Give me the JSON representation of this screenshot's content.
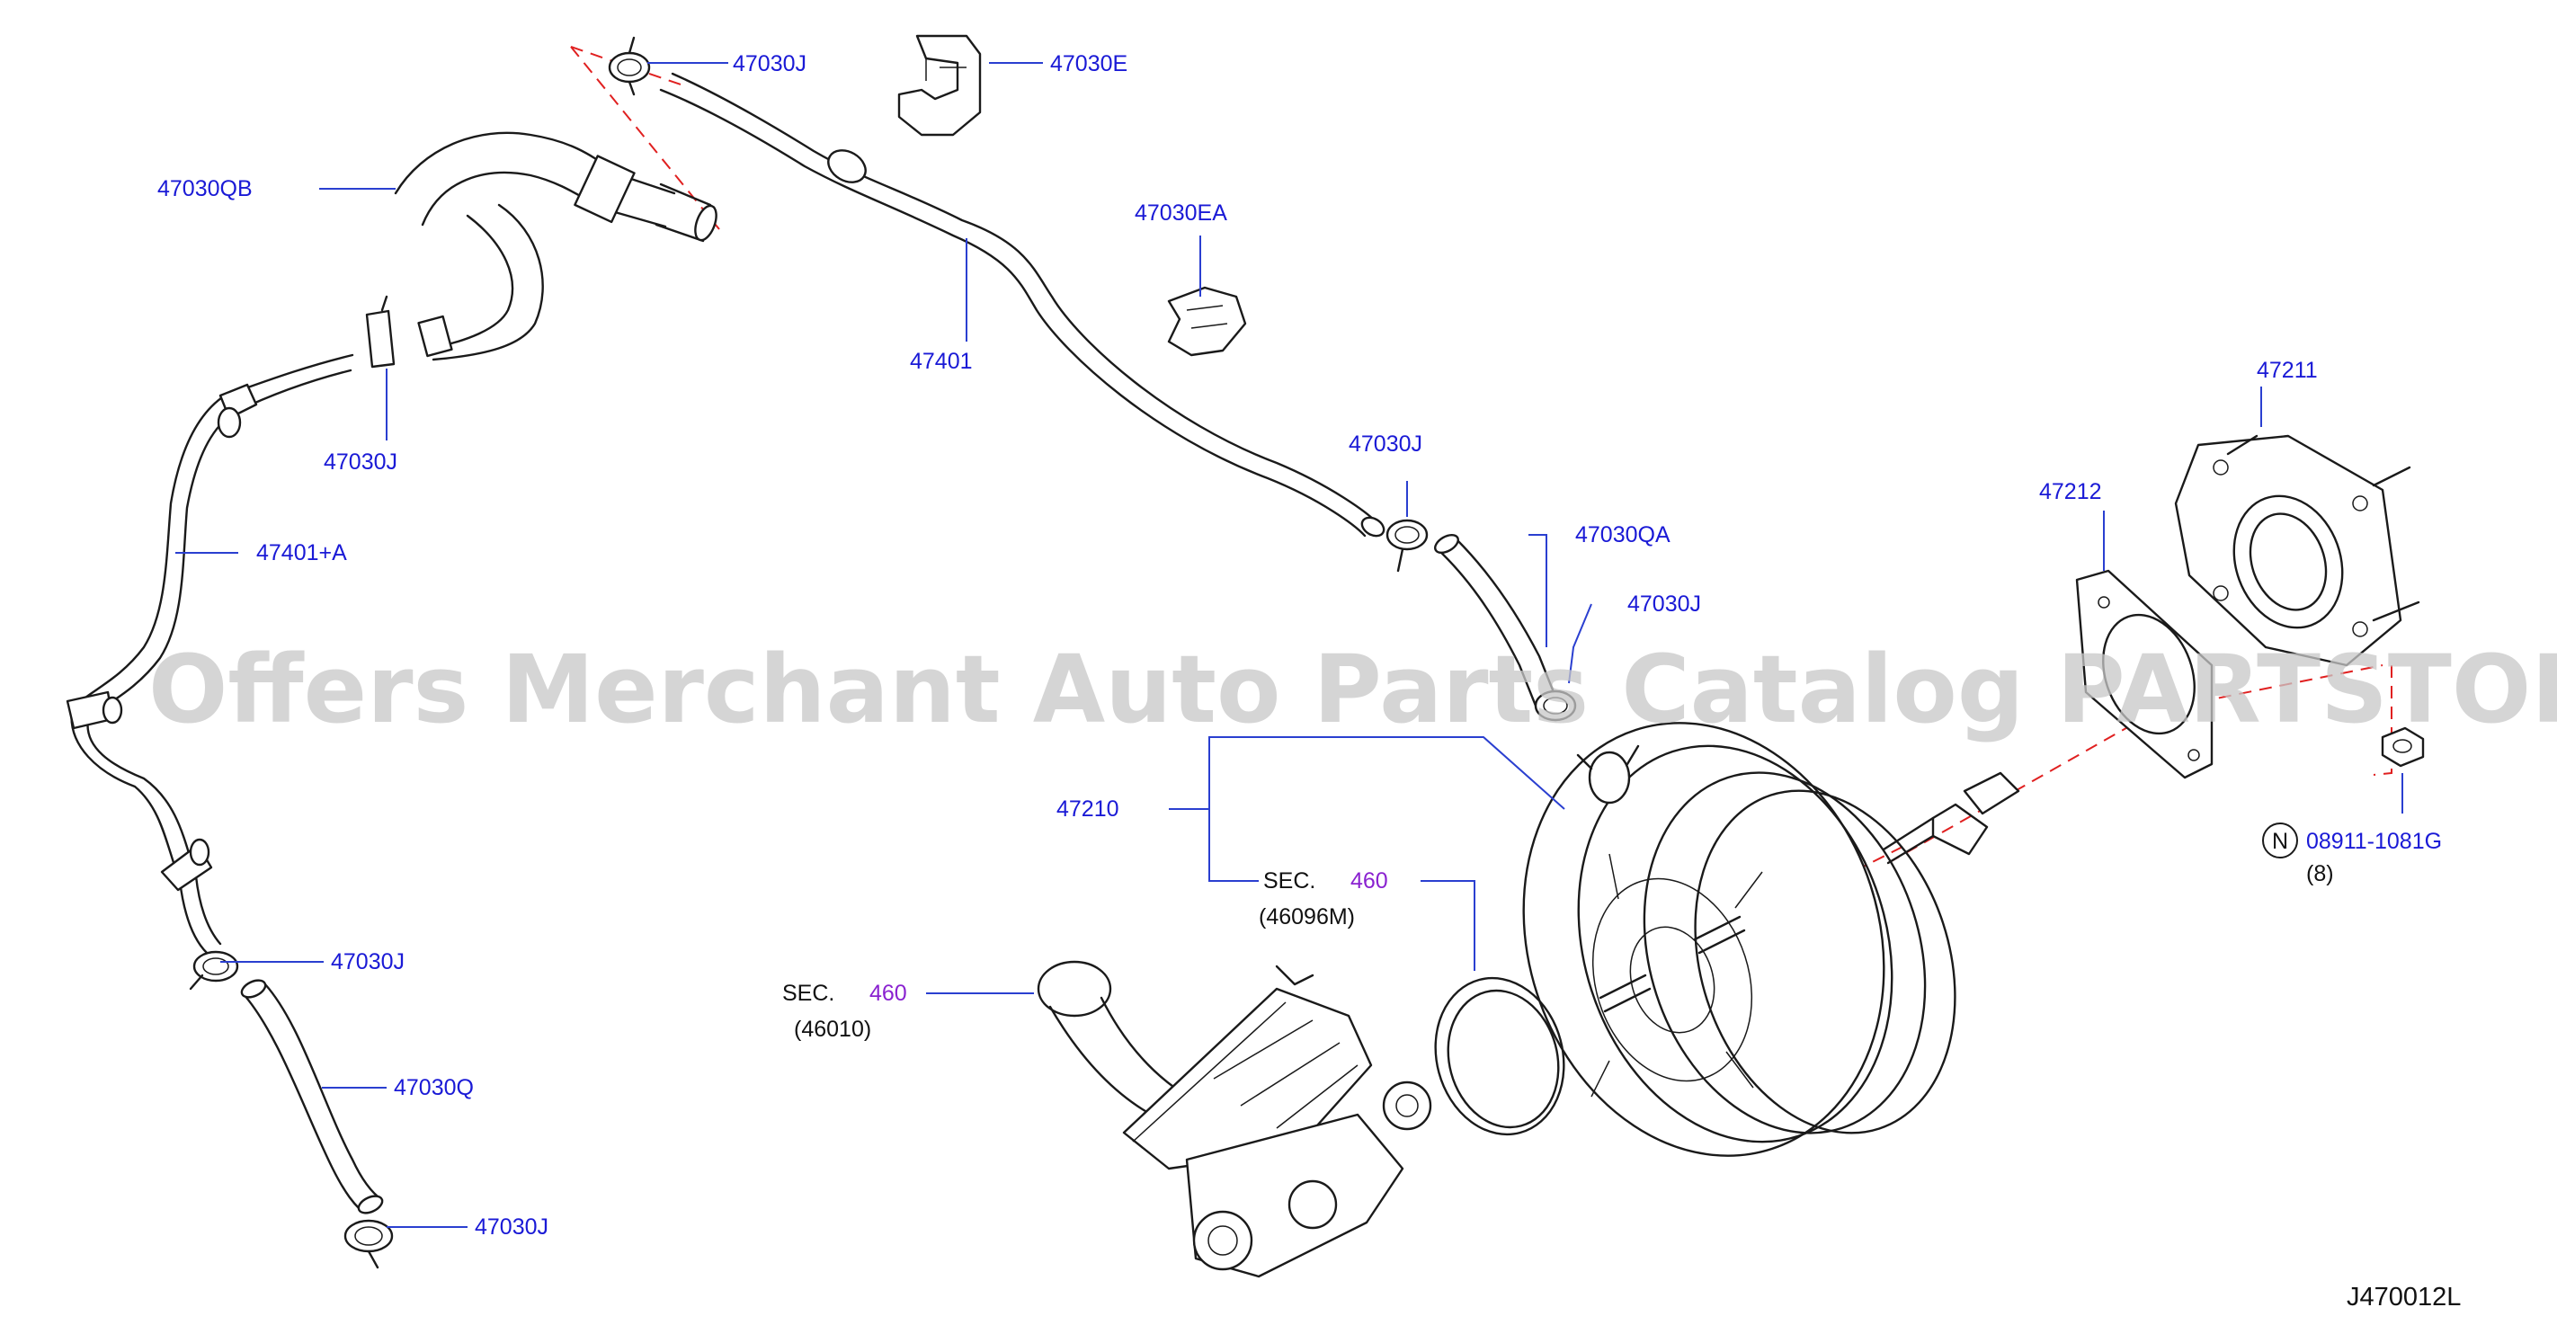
{
  "diagram": {
    "watermark": "Offers Merchant Auto Parts Catalog PARTSTORE.SA",
    "reference": "J470012L",
    "labels": {
      "p47030J_top": "47030J",
      "p47030E": "47030E",
      "p47030QB": "47030QB",
      "p47030EA": "47030EA",
      "p47401": "47401",
      "p47030J_left": "47030J",
      "p47030J_mid": "47030J",
      "p47401A": "47401+A",
      "p47030QA": "47030QA",
      "p47030J_right": "47030J",
      "p47211": "47211",
      "p47212": "47212",
      "p47210": "47210",
      "sec1_text": "SEC.",
      "sec1_num": "460",
      "sec1_code": "(46096M)",
      "sec2_text": "SEC.",
      "sec2_num": "460",
      "sec2_code": "(46010)",
      "p47030J_low": "47030J",
      "p47030Q": "47030Q",
      "p47030J_bottom": "47030J",
      "nut_badge": "N",
      "nut_part": "08911-1081G",
      "nut_qty": "(8)"
    }
  }
}
